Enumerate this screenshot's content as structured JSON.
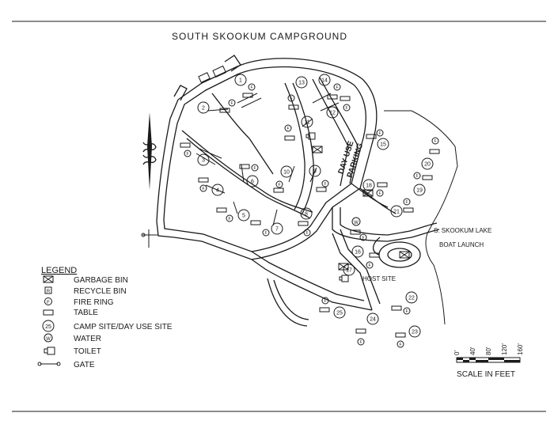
{
  "title": "SOUTH SKOOKUM CAMPGROUND",
  "day_use_parking_line1": "DAY USE",
  "day_use_parking_line2": "PARKING",
  "host_site_label": "HOST SITE",
  "boat_launch_line1": "S. SKOOKUM LAKE",
  "boat_launch_line2": "BOAT LAUNCH",
  "legend": {
    "heading": "LEGEND",
    "items": [
      {
        "icon": "garbage-bin-icon",
        "label": "GARBAGE BIN"
      },
      {
        "icon": "recycle-bin-icon",
        "label": "RECYCLE BIN"
      },
      {
        "icon": "fire-ring-icon",
        "label": "FIRE RING"
      },
      {
        "icon": "table-icon",
        "label": "TABLE"
      },
      {
        "icon": "camp-site-icon",
        "label": "CAMP SITE/DAY USE SITE"
      },
      {
        "icon": "water-icon",
        "label": "WATER"
      },
      {
        "icon": "toilet-icon",
        "label": "TOILET"
      },
      {
        "icon": "gate-icon",
        "label": "GATE"
      }
    ],
    "fire_ring_symbol": "F",
    "recycle_symbol": "R",
    "water_symbol": "W",
    "camp_site_example": "25"
  },
  "scale": {
    "ticks": [
      "0'",
      "40'",
      "80'",
      "120'",
      "160'"
    ],
    "label": "SCALE IN FEET"
  },
  "sites": [
    "1",
    "2",
    "3",
    "4",
    "5",
    "6",
    "7",
    "8",
    "9",
    "10",
    "11",
    "12",
    "13",
    "14",
    "15",
    "16",
    "17",
    "18",
    "19",
    "20",
    "21",
    "22",
    "23",
    "24",
    "25"
  ]
}
